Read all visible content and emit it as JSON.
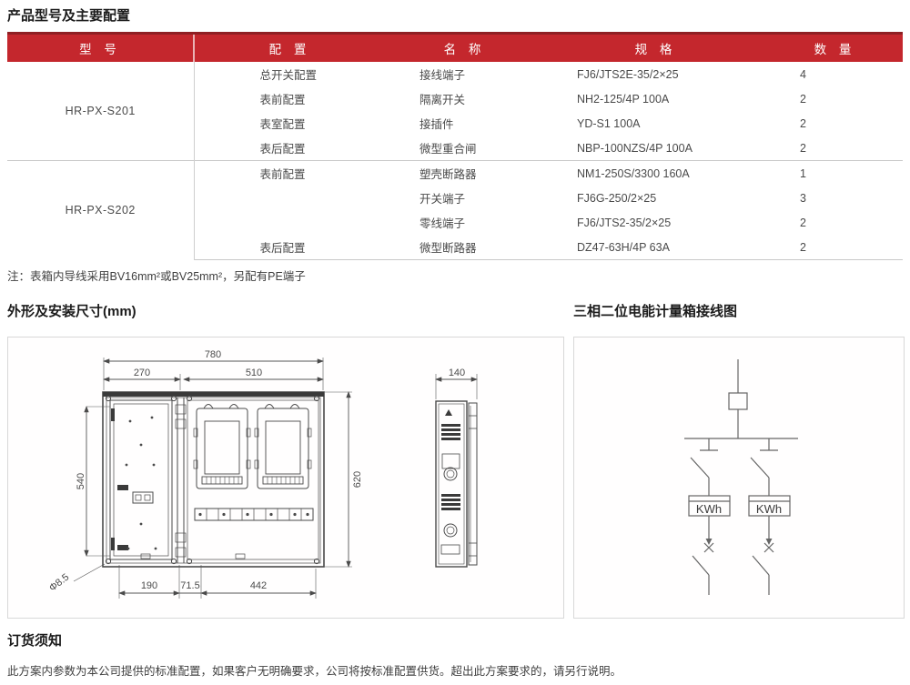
{
  "page": {
    "title": "产品型号及主要配置",
    "note": "注：表箱内导线采用BV16mm²或BV25mm²，另配有PE端子"
  },
  "table": {
    "headers": [
      "型 号",
      "配 置",
      "名 称",
      "规 格",
      "数 量"
    ],
    "groups": [
      {
        "model": "HR-PX-S201",
        "rows": [
          {
            "config": "总开关配置",
            "name": "接线端子",
            "spec": "FJ6/JTS2E-35/2×25",
            "qty": "4"
          },
          {
            "config": "表前配置",
            "name": "隔离开关",
            "spec": "NH2-125/4P 100A",
            "qty": "2"
          },
          {
            "config": "表室配置",
            "name": "接插件",
            "spec": "YD-S1 100A",
            "qty": "2"
          },
          {
            "config": "表后配置",
            "name": "微型重合闸",
            "spec": "NBP-100NZS/4P 100A",
            "qty": "2"
          }
        ]
      },
      {
        "model": "HR-PX-S202",
        "rows": [
          {
            "config": "表前配置",
            "name": "塑壳断路器",
            "spec": "NM1-250S/3300  160A",
            "qty": "1"
          },
          {
            "config": "",
            "name": "开关端子",
            "spec": "FJ6G-250/2×25",
            "qty": "3"
          },
          {
            "config": "",
            "name": "零线端子",
            "spec": "FJ6/JTS2-35/2×25",
            "qty": "2"
          },
          {
            "config": "表后配置",
            "name": "微型断路器",
            "spec": "DZ47-63H/4P 63A",
            "qty": "2"
          }
        ]
      }
    ]
  },
  "sections": {
    "dimensions_title": "外形及安装尺寸(mm)",
    "wiring_title": "三相二位电能计量箱接线图"
  },
  "drawing": {
    "dim_total_width": "780",
    "dim_left_width": "270",
    "dim_right_width": "510",
    "dim_depth": "140",
    "dim_left_height": "540",
    "dim_right_height": "620",
    "dim_bottom_left": "190",
    "dim_bottom_mid": "71.5",
    "dim_bottom_right": "442",
    "dim_hole": "Φ8.5"
  },
  "wiring": {
    "meter_label": "KWh"
  },
  "ordering": {
    "title": "订货须知",
    "body": "此方案内参数为本公司提供的标准配置，如果客户无明确要求，公司将按标准配置供货。超出此方案要求的，请另行说明。"
  },
  "colors": {
    "header_red": "#c4272d",
    "header_red_dark": "#8f1f23",
    "divider_gray": "#c9c9c9",
    "text_dark": "#3c3c3c"
  }
}
